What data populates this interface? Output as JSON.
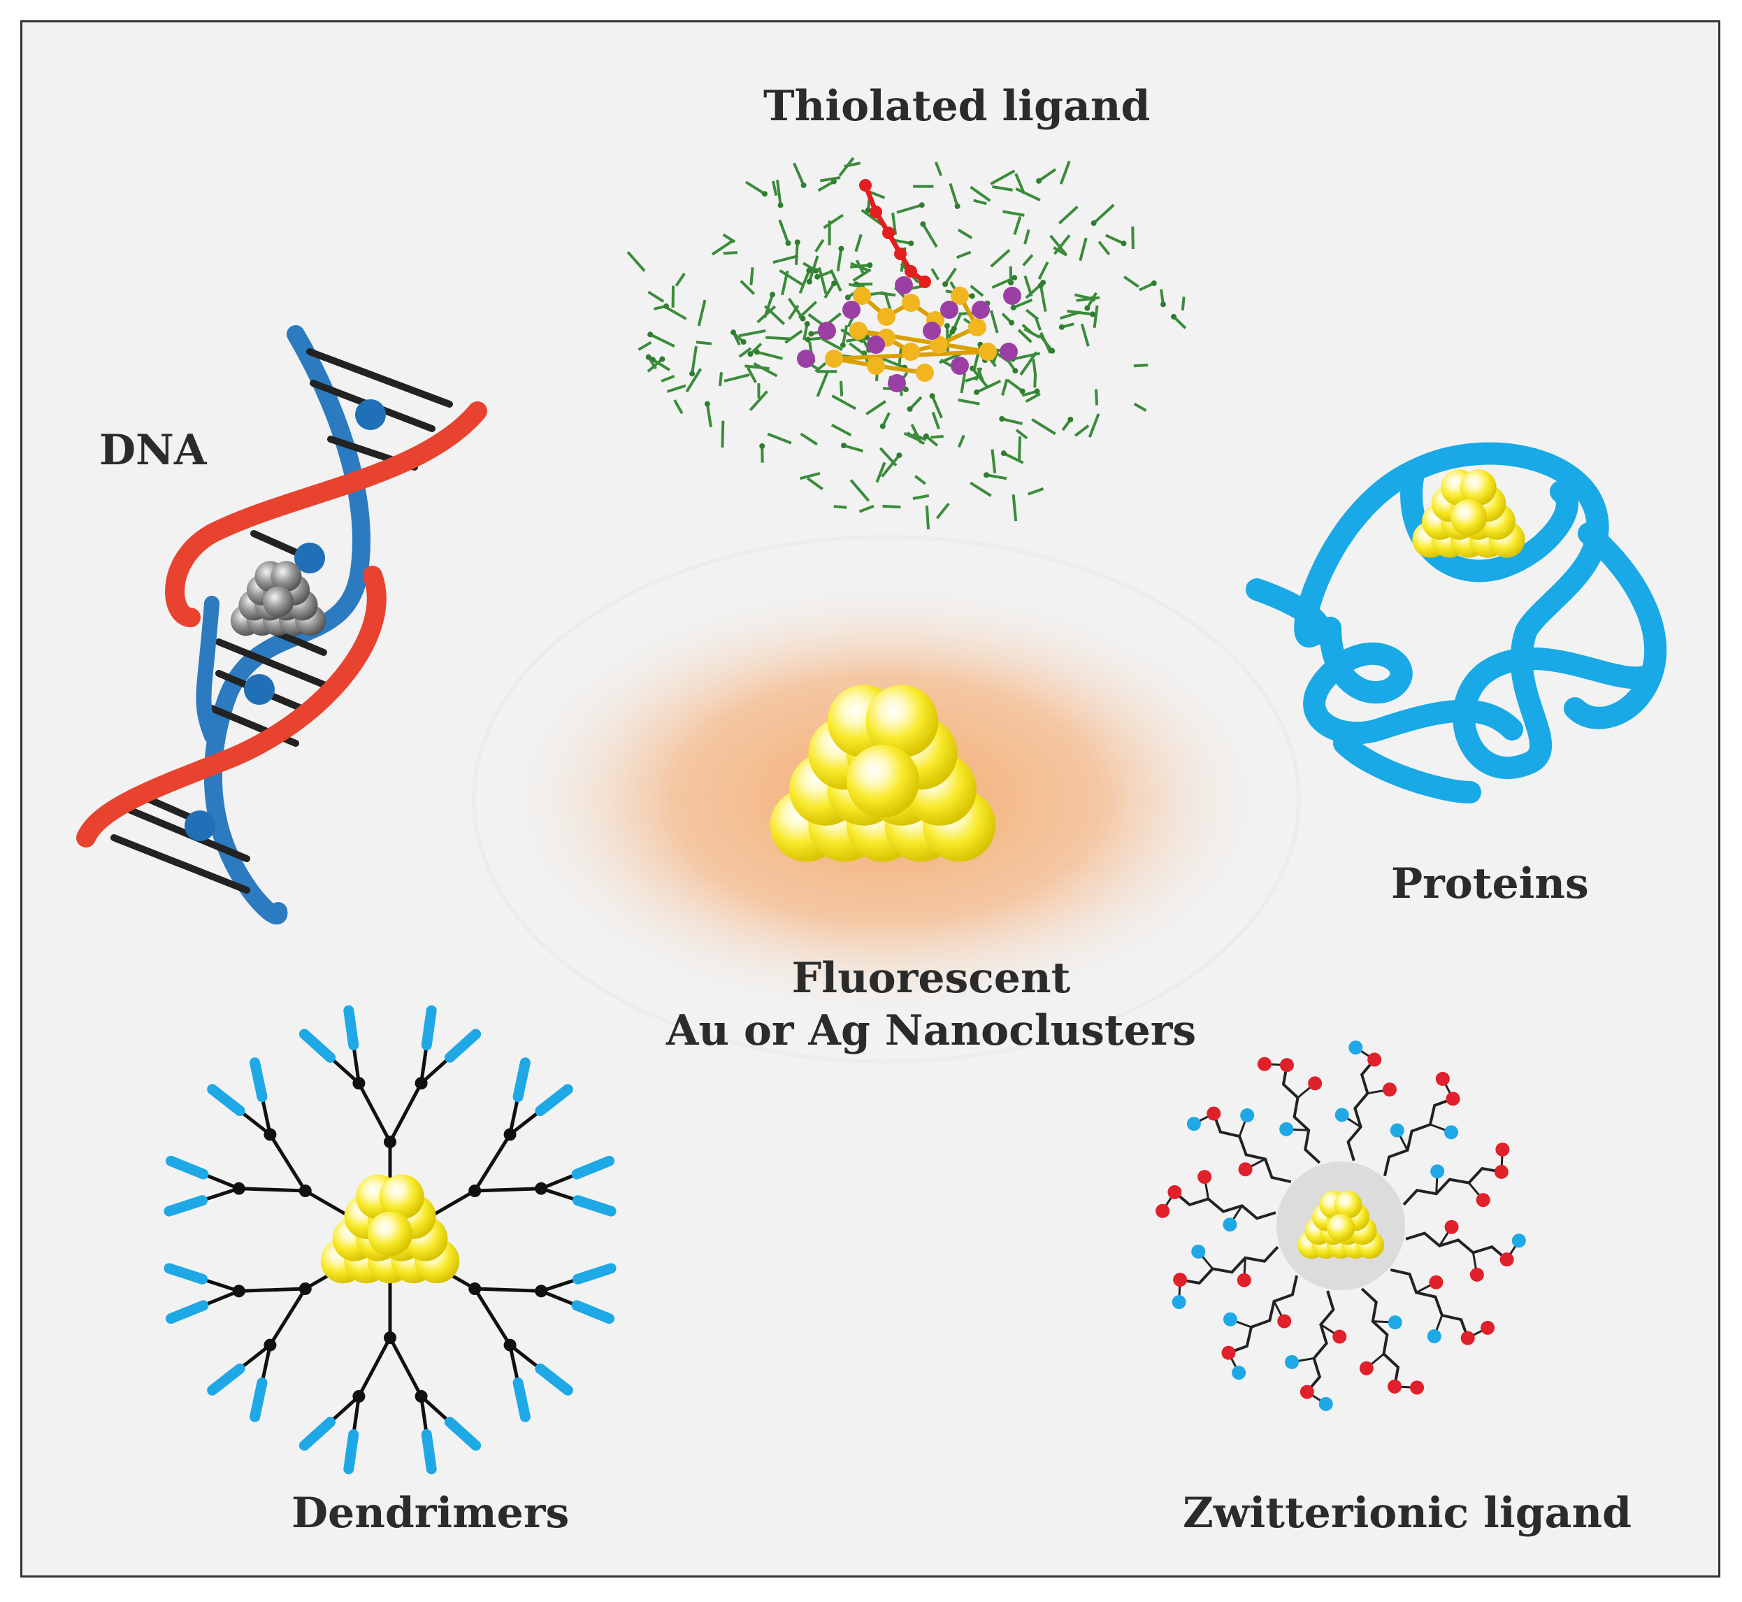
{
  "labels": {
    "thiolated": "Thiolated ligand",
    "dna": "DNA",
    "proteins": "Proteins",
    "center_line1": "Fluorescent",
    "center_line2": "Au or Ag Nanoclusters",
    "dendrimers": "Dendrimers",
    "zwitterionic": "Zwitterionic ligand"
  },
  "colors": {
    "background": "#f2f2f2",
    "border": "#333333",
    "gold_cluster": "#f5e62a",
    "silver_cluster": "#8a8a8a",
    "glow": "#f3a865",
    "dna_red": "#e8432f",
    "dna_blue": "#2c7bc0",
    "protein_blue": "#18a9e6",
    "dendrimer_tip": "#1fa8e6",
    "zwitter_red": "#e0202a",
    "zwitter_blue": "#1fa8e6",
    "thiol_green": "#2f7d2f",
    "thiol_purple": "#9b3fa5",
    "thiol_red": "#e21e1e"
  }
}
